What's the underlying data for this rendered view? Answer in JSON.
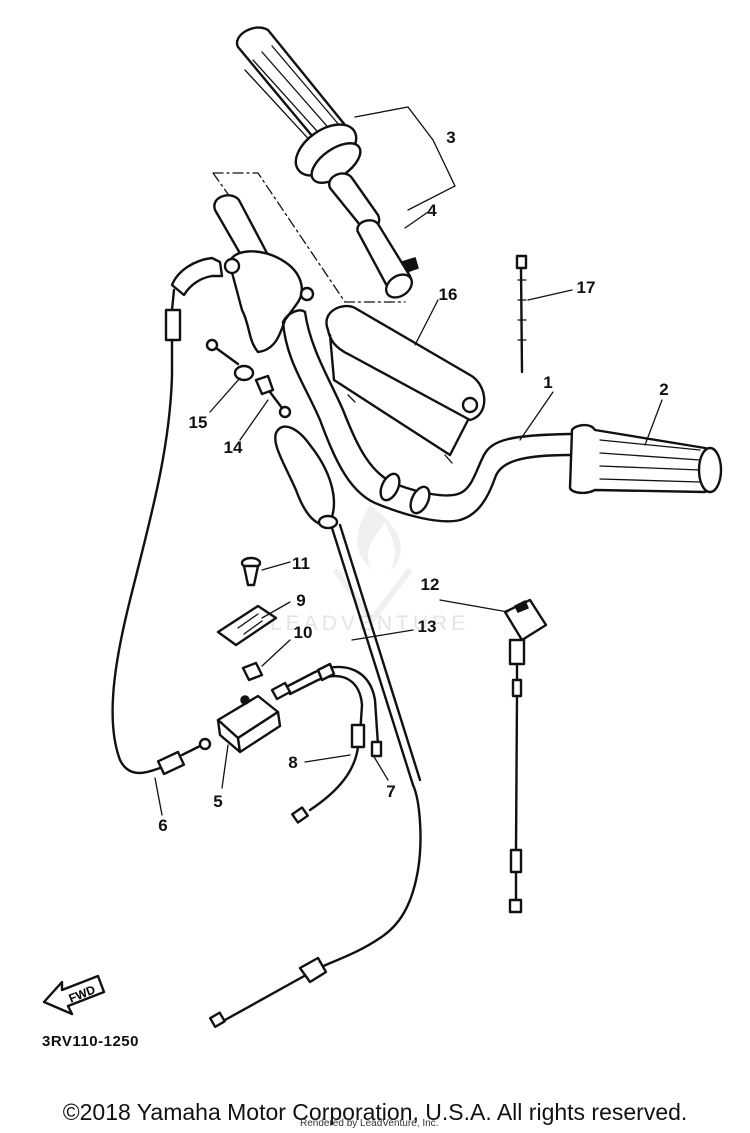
{
  "diagram": {
    "code": "3RV110-1250",
    "fwd_label": "FWD",
    "watermark": "LEADVENTURE",
    "callouts": [
      {
        "id": "1",
        "label": "1"
      },
      {
        "id": "2",
        "label": "2"
      },
      {
        "id": "3",
        "label": "3"
      },
      {
        "id": "4",
        "label": "4"
      },
      {
        "id": "5",
        "label": "5"
      },
      {
        "id": "6",
        "label": "6"
      },
      {
        "id": "7",
        "label": "7"
      },
      {
        "id": "8",
        "label": "8"
      },
      {
        "id": "9",
        "label": "9"
      },
      {
        "id": "10",
        "label": "10"
      },
      {
        "id": "11",
        "label": "11"
      },
      {
        "id": "12",
        "label": "12"
      },
      {
        "id": "13",
        "label": "13"
      },
      {
        "id": "14",
        "label": "14"
      },
      {
        "id": "15",
        "label": "15"
      },
      {
        "id": "16",
        "label": "16"
      },
      {
        "id": "17",
        "label": "17"
      }
    ]
  },
  "footer": {
    "copyright": "©2018 Yamaha Motor Corporation, U.S.A. All rights reserved.",
    "rendered_by": "Rendered by LeadVenture, Inc."
  }
}
